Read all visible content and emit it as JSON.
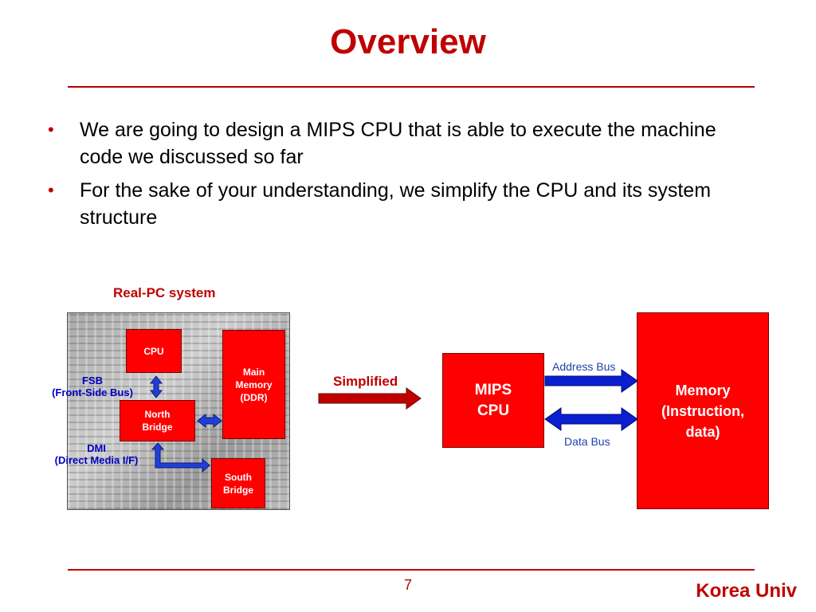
{
  "slide": {
    "title": "Overview",
    "bullets": [
      "We are going to design a MIPS CPU that is able to execute the machine code we discussed so far",
      "For the sake of your understanding, we simplify the CPU and its system structure"
    ]
  },
  "real_pc": {
    "caption": "Real-PC system",
    "cpu": "CPU",
    "main_memory": [
      "Main",
      "Memory",
      "(DDR)"
    ],
    "north_bridge": [
      "North",
      "Bridge"
    ],
    "south_bridge": [
      "South",
      "Bridge"
    ],
    "fsb": [
      "FSB",
      "(Front-Side Bus)"
    ],
    "dmi": [
      "DMI",
      "(Direct Media I/F)"
    ]
  },
  "simplified_label": "Simplified",
  "simple_system": {
    "cpu": [
      "MIPS",
      "CPU"
    ],
    "address_bus": "Address Bus",
    "data_bus": "Data Bus",
    "memory": [
      "Memory",
      "(Instruction,",
      "data)"
    ]
  },
  "footer": {
    "page_number": "7",
    "brand": "Korea Univ"
  },
  "colors": {
    "accent": "#c00000",
    "box_red": "#ff0000",
    "bus_blue": "#0000c0"
  }
}
